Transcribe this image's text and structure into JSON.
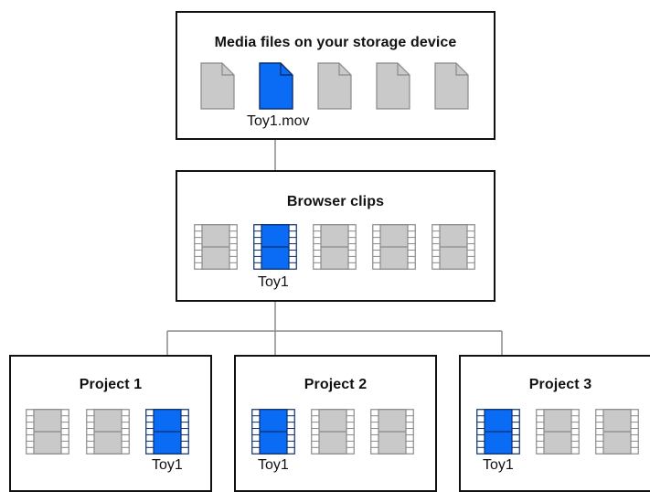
{
  "colors": {
    "border": "#111111",
    "file_gray": "#c9c9c9",
    "file_gray_outline": "#8a8a8a",
    "highlight_blue": "#0a6cf5",
    "highlight_blue_outline": "#0b2d6f",
    "arrow": "#8a8a8a"
  },
  "media_box": {
    "title": "Media files on your storage device",
    "files": [
      {
        "icon": "document-icon",
        "highlighted": false
      },
      {
        "icon": "document-icon",
        "highlighted": true,
        "label": "Toy1.mov"
      },
      {
        "icon": "document-icon",
        "highlighted": false
      },
      {
        "icon": "document-icon",
        "highlighted": false
      },
      {
        "icon": "document-icon",
        "highlighted": false
      }
    ]
  },
  "browser_box": {
    "title": "Browser clips",
    "clips": [
      {
        "icon": "filmstrip-icon",
        "highlighted": false
      },
      {
        "icon": "filmstrip-icon",
        "highlighted": true,
        "label": "Toy1"
      },
      {
        "icon": "filmstrip-icon",
        "highlighted": false
      },
      {
        "icon": "filmstrip-icon",
        "highlighted": false
      },
      {
        "icon": "filmstrip-icon",
        "highlighted": false
      }
    ]
  },
  "projects": [
    {
      "title": "Project 1",
      "clips": [
        {
          "icon": "filmstrip-icon",
          "highlighted": false
        },
        {
          "icon": "filmstrip-icon",
          "highlighted": false
        },
        {
          "icon": "filmstrip-icon",
          "highlighted": true,
          "label": "Toy1"
        }
      ]
    },
    {
      "title": "Project 2",
      "clips": [
        {
          "icon": "filmstrip-icon",
          "highlighted": true,
          "label": "Toy1"
        },
        {
          "icon": "filmstrip-icon",
          "highlighted": false
        },
        {
          "icon": "filmstrip-icon",
          "highlighted": false
        }
      ]
    },
    {
      "title": "Project 3",
      "clips": [
        {
          "icon": "filmstrip-icon",
          "highlighted": true,
          "label": "Toy1"
        },
        {
          "icon": "filmstrip-icon",
          "highlighted": false
        },
        {
          "icon": "filmstrip-icon",
          "highlighted": false
        }
      ]
    }
  ]
}
